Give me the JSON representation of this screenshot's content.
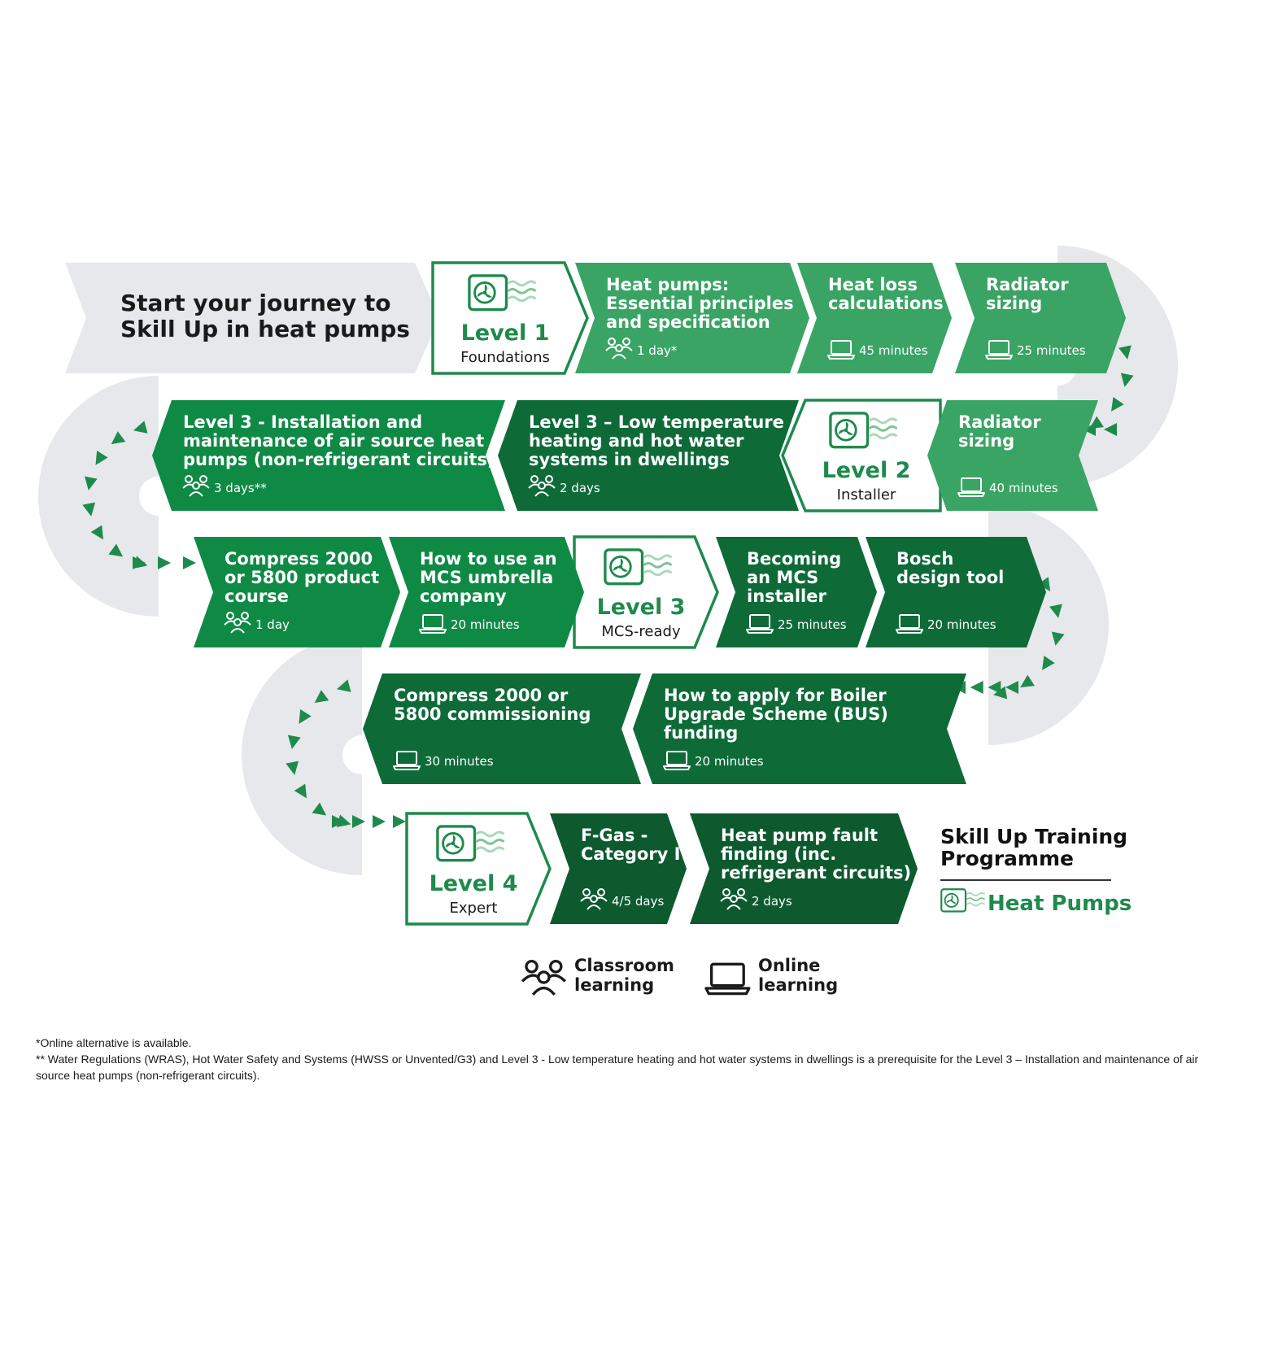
{
  "heading": {
    "line1": "Start your journey to",
    "line2": "Skill Up in heat pumps"
  },
  "colors": {
    "light": "#3aa464",
    "mid": "#0f8a45",
    "dark": "#0e6b38",
    "darkest": "#0d5a2f",
    "grey": "#e6e8eb",
    "accent": "#1e8a4c"
  },
  "levels": [
    {
      "title": "Level 1",
      "subtitle": "Foundations"
    },
    {
      "title": "Level 2",
      "subtitle": "Installer"
    },
    {
      "title": "Level 3",
      "subtitle": "MCS-ready"
    },
    {
      "title": "Level 4",
      "subtitle": "Expert"
    }
  ],
  "courses": [
    {
      "title": [
        "Heat pumps:",
        "Essential principles",
        "and specification"
      ],
      "icon": "classroom-icon",
      "duration": "1 day*"
    },
    {
      "title": [
        "Heat loss",
        "calculations"
      ],
      "icon": "laptop-icon",
      "duration": "45 minutes"
    },
    {
      "title": [
        "Radiator",
        "sizing"
      ],
      "icon": "laptop-icon",
      "duration": "25 minutes"
    },
    {
      "title": [
        "Level 3 - Installation and",
        "maintenance of air source heat",
        "pumps (non-refrigerant circuits)"
      ],
      "icon": "classroom-icon",
      "duration": "3 days**"
    },
    {
      "title": [
        "Level 3 – Low temperature",
        "heating and hot water",
        "systems in dwellings"
      ],
      "icon": "classroom-icon",
      "duration": "2 days"
    },
    {
      "title": [
        "Radiator",
        "sizing"
      ],
      "icon": "laptop-icon",
      "duration": "40 minutes"
    },
    {
      "title": [
        "Compress 2000",
        "or 5800 product",
        "course"
      ],
      "icon": "classroom-icon",
      "duration": "1 day"
    },
    {
      "title": [
        "How to use an",
        "MCS umbrella",
        "company"
      ],
      "icon": "laptop-icon",
      "duration": "20 minutes"
    },
    {
      "title": [
        "Becoming",
        "an MCS",
        "installer"
      ],
      "icon": "laptop-icon",
      "duration": "25 minutes"
    },
    {
      "title": [
        "Bosch",
        "design tool"
      ],
      "icon": "laptop-icon",
      "duration": "20 minutes"
    },
    {
      "title": [
        "Compress 2000 or",
        "5800 commissioning"
      ],
      "icon": "laptop-icon",
      "duration": "30 minutes"
    },
    {
      "title": [
        "How to apply for Boiler",
        "Upgrade Scheme (BUS)",
        "funding"
      ],
      "icon": "laptop-icon",
      "duration": "20 minutes"
    },
    {
      "title": [
        "F-Gas -",
        "Category I"
      ],
      "icon": "classroom-icon",
      "duration": "4/5 days"
    },
    {
      "title": [
        "Heat pump fault",
        "finding (inc.",
        "refrigerant circuits)"
      ],
      "icon": "classroom-icon",
      "duration": "2 days"
    }
  ],
  "brand": {
    "title_line1": "Skill Up Training",
    "title_line2": "Programme",
    "subtitle": "Heat Pumps"
  },
  "legend": [
    {
      "icon": "classroom-icon",
      "line1": "Classroom",
      "line2": "learning"
    },
    {
      "icon": "laptop-icon",
      "line1": "Online",
      "line2": "learning"
    }
  ],
  "footnotes": {
    "note1": "*Online alternative is available.",
    "note2": "** Water Regulations (WRAS), Hot Water Safety and Systems (HWSS or Unvented/G3) and Level 3 - Low temperature heating and hot water systems in dwellings is a prerequisite for the Level 3 – Installation and maintenance of air source heat pumps (non-refrigerant circuits)."
  }
}
